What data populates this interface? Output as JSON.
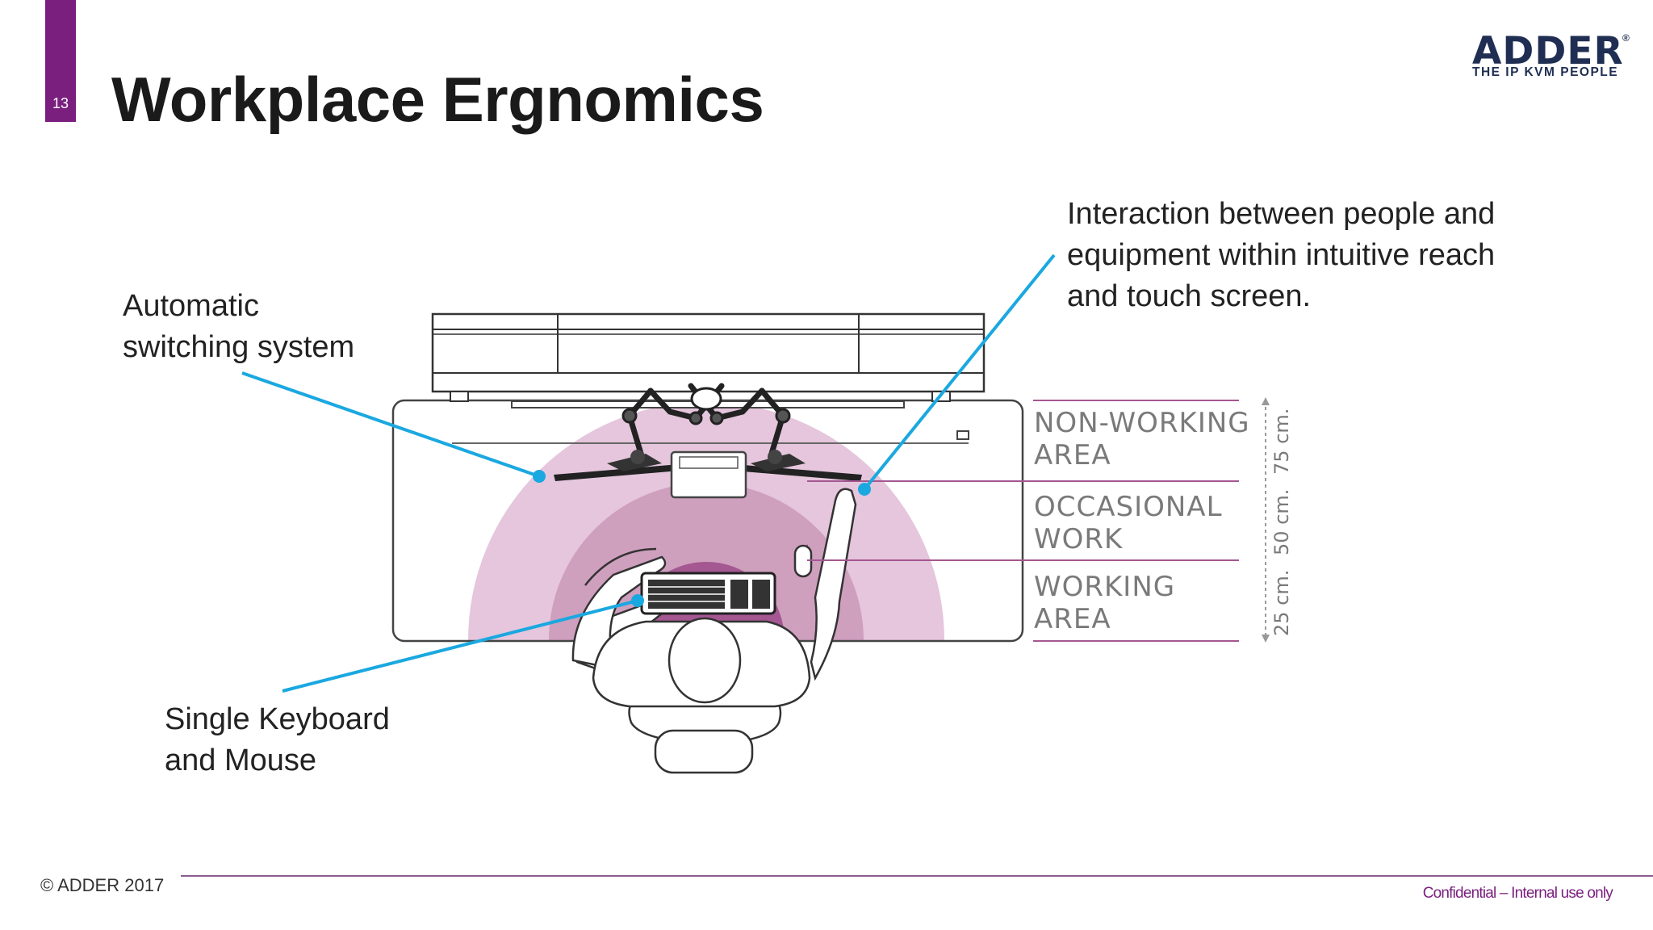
{
  "slide": {
    "page_number": "13",
    "title": "Workplace Ergnomics"
  },
  "logo": {
    "wordmark": "ADDER",
    "registered": "®",
    "tagline": "THE IP KVM PEOPLE"
  },
  "callouts": {
    "switching": "Automatic\nswitching system",
    "interaction": "Interaction between people and\nequipment within intuitive reach\nand touch screen.",
    "keyboard": "Single Keyboard\nand Mouse"
  },
  "zones": [
    {
      "line1": "NON-WORKING",
      "line2": "AREA",
      "distance": "75 cm."
    },
    {
      "line1": "OCCASIONAL",
      "line2": "WORK",
      "distance": "50 cm."
    },
    {
      "line1": "WORKING",
      "line2": "AREA",
      "distance": "25 cm."
    }
  ],
  "footer": {
    "copyright": "© ADDER 2017",
    "confidential": "Confidential – Internal use only"
  },
  "colors": {
    "brand_purple": "#7a1f7e",
    "logo_navy": "#1f2e52",
    "callout_line": "#1aa8e0",
    "zone_outer": "#e5c6dc",
    "zone_middle": "#cf9fbe",
    "zone_inner": "#a45791"
  }
}
